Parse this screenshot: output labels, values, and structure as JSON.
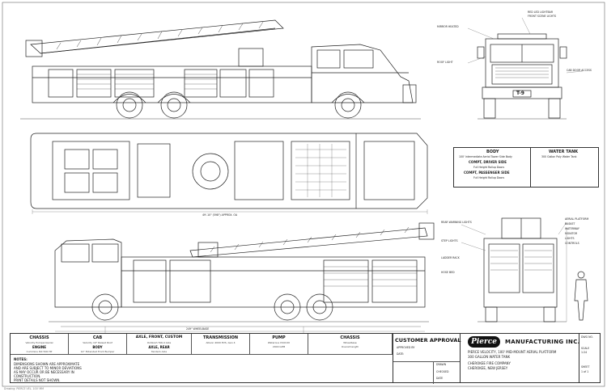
{
  "title_block": {
    "specs": [
      {
        "heading": "CHASSIS",
        "lines": [
          "Velocity Pumper/Aerial",
          "ENGINE",
          "Cummins ISX 500 HP"
        ]
      },
      {
        "heading": "CAB",
        "lines": [
          "Velocity 10\" Raised Roof",
          "BODY",
          "12\" Extended Front Bumper"
        ]
      },
      {
        "heading": "AXLE, FRONT, CUSTOM",
        "lines": [
          "Oshkosh TAK-4 Axle",
          "AXLE, REAR",
          "Tandem Axle"
        ]
      },
      {
        "heading": "TRANSMISSION",
        "lines": [
          "Allison 4000 EVS, Gen 4"
        ]
      },
      {
        "heading": "PUMP",
        "lines": [
          "Waterous CSUC20",
          "2000 GPM"
        ]
      },
      {
        "heading": "CHASSIS",
        "lines": [
          "Wheelbase",
          "Overall length"
        ]
      }
    ],
    "notes_label": "NOTES:",
    "notes": [
      "DIMENSIONS SHOWN ARE APPROXIMATE",
      "AND ARE SUBJECT TO MINOR DEVIATIONS",
      "AS MAY OCCUR OR BE NECESSARY IN",
      "CONSTRUCTION.",
      "PRINT DETAILS NOT SHOWN."
    ],
    "approval_title": "CUSTOMER APPROVAL",
    "approved_by": "APPROVED BY",
    "date_label": "DATE:",
    "manufacturer": "MANUFACTURING INC.",
    "logo_text": "Pierce",
    "description_lines": [
      "PIERCE VELOCITY, 100' MID-MOUNT AERIAL PLATFORM",
      "300 GALLON WATER TANK",
      "CHEROKEE FIRE COMPANY",
      "CHEROKEE, NEW JERSEY"
    ],
    "drawn_label": "DRAWN",
    "checked_label": "CHECKED",
    "date_small": "DATE",
    "scale_label": "SCALE",
    "scale_value": "1:24",
    "sheet_label": "SHEET",
    "sheet_value": "1 of 1",
    "dwg_label": "DWG NO."
  },
  "spec_table": {
    "body_heading": "BODY",
    "body_lines": [
      "100' Intermediate Aerial Tower Side Body",
      "COMPT, DRIVER SIDE",
      "Full Height Rollup Doors",
      "COMPT, PASSENGER SIDE",
      "Full Height Rollup Doors"
    ],
    "water_heading": "WATER TANK",
    "water_lines": [
      "300 Gallon Poly Water Tank"
    ]
  },
  "callouts": {
    "top_front_right": [
      "RED LED LIGHTBAR",
      "FRONT SCENE LIGHTS",
      "CAB DOOR ACCESS"
    ],
    "top_front_left": [
      "MIRROR HEATED",
      "ROOF LIGHT"
    ],
    "bottom_rear_left": [
      "REAR WARNING LIGHTS",
      "STEP LIGHTS",
      "LADDER RACK",
      "HOSE BED"
    ],
    "bottom_rear_right": [
      "AERIAL PLATFORM",
      "BASKET",
      "WATERWAY",
      "MONITOR",
      "LIGHTS",
      "CONTROLS"
    ]
  },
  "dimensions": {
    "overall_length": "49'-10\" (598\") APPROX. OA",
    "wheelbase_line": "249\" WHEELBASE"
  },
  "cab_plate": "T-9",
  "corner_text": "Drawing: PIERCE VEL. 100' MM"
}
